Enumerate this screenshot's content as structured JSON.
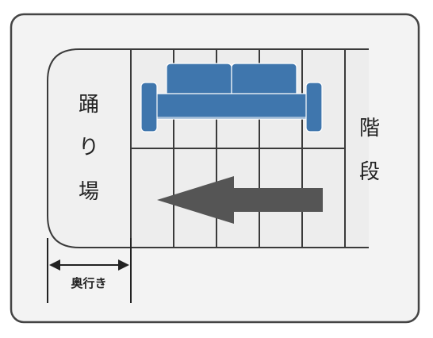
{
  "landing": {
    "label_chars": [
      "踊",
      "り",
      "場"
    ]
  },
  "stairs": {
    "label_chars": [
      "階",
      "段"
    ]
  },
  "depth": {
    "label": "奥行き"
  },
  "icons": {
    "sofa": "sofa-icon",
    "arrow": "arrow-left-icon"
  },
  "colors": {
    "frame": "#444444",
    "panel": "#f3f3f3",
    "landing_fill": "#f0f0f0",
    "step_line": "#3a3a3a",
    "sofa": "#3f76ad",
    "arrow": "#555555"
  }
}
